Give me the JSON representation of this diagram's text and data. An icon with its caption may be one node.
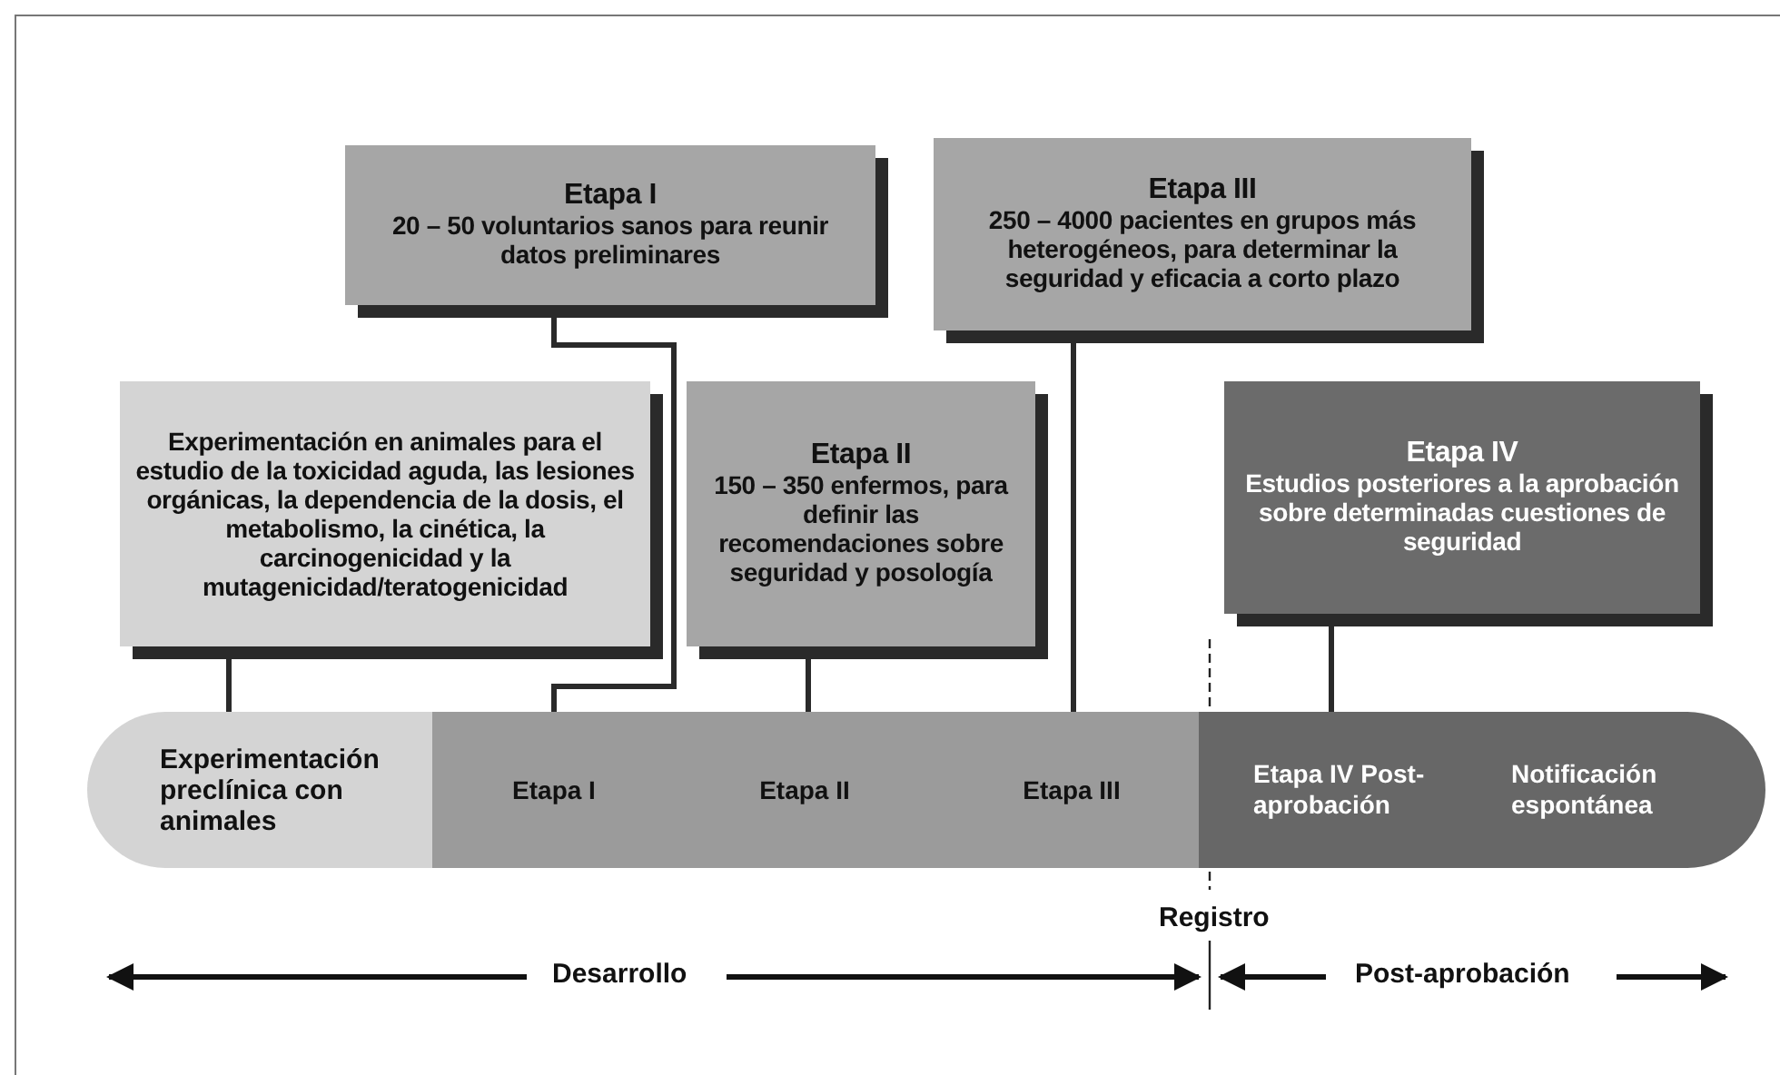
{
  "diagram": {
    "nodes": [
      {
        "text": [
          "Experimentación en animales para el estudio de la toxicidad aguda, las lesiones orgánicas, la dependencia de la dosis, el metabolismo, la cinética, la carcinogenicidad y la mutagenicidad/teratogenicidad"
        ]
      },
      {
        "text": [
          "Etapa I",
          "20 – 50 voluntarios sanos para reunir datos preliminares"
        ]
      },
      {
        "text": [
          "Etapa II",
          "150 – 350 enfermos, para definir las recomendaciones sobre seguridad y posología"
        ]
      },
      {
        "text": [
          "Etapa III",
          "250 – 4000 pacientes en grupos más heterogéneos, para determinar la seguridad y eficacia a corto plazo"
        ]
      },
      {
        "text": [
          "Etapa IV",
          "Estudios posteriores a la aprobación sobre determinadas cuestiones de seguridad"
        ]
      },
      {
        "text": [
          "Experimentación preclínica con animales"
        ]
      },
      {
        "text": [],
        "shape": "bar"
      },
      {
        "text": [
          "Etapa I"
        ],
        "in": 6
      },
      {
        "text": [
          "Etapa II"
        ],
        "in": 6
      },
      {
        "text": [
          "Etapa III"
        ],
        "in": 6
      },
      {
        "text": [],
        "shape": "bar"
      },
      {
        "text": [
          "Etapa IV Post-aprobación"
        ],
        "in": 10
      },
      {
        "text": [
          "Notificación espontánea"
        ],
        "in": 10
      }
    ],
    "edges": [
      {
        "from": 0,
        "to": 5,
        "arrow": "none"
      },
      {
        "from": 1,
        "to": 7,
        "arrow": "none"
      },
      {
        "from": 2,
        "to": 8,
        "arrow": "none"
      },
      {
        "from": 3,
        "to": 9,
        "arrow": "none"
      },
      {
        "from": 4,
        "to": 11,
        "arrow": "none"
      }
    ],
    "labels": [
      "Registro",
      "Desarrollo",
      "Post-aprobación"
    ]
  }
}
